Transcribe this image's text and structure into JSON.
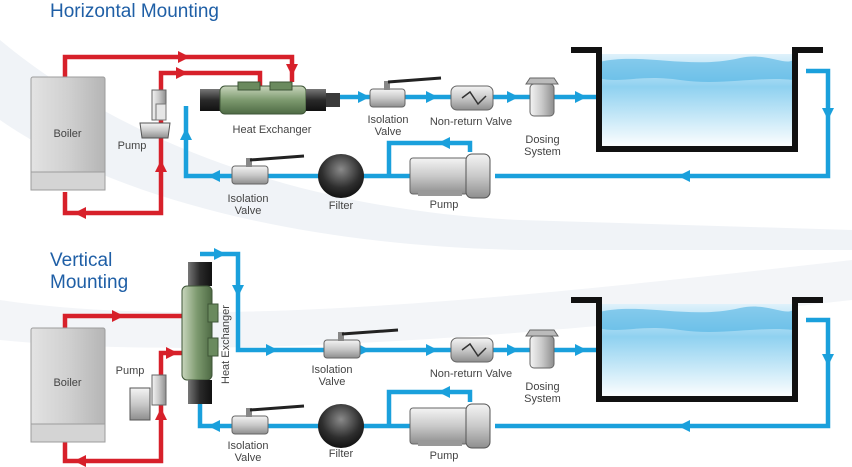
{
  "colors": {
    "hot_pipe": "#d7202a",
    "cold_pipe": "#1aa0dc",
    "title_text": "#1f5fa6",
    "label_text": "#444444",
    "pool_wall": "#111111",
    "water": "#7ec7ec"
  },
  "horizontal": {
    "title": "Horizontal Mounting",
    "boiler": "Boiler",
    "pump_left": "Pump",
    "heat_exchanger": "Heat Exchanger",
    "isolation_valve_top": "Isolation Valve",
    "non_return_valve": "Non-return Valve",
    "dosing_system": "Dosing System",
    "isolation_valve_bottom": "Isolation Valve",
    "filter": "Filter",
    "pump_bottom": "Pump"
  },
  "vertical": {
    "title": "Vertical Mounting",
    "boiler": "Boiler",
    "pump_left": "Pump",
    "heat_exchanger": "Heat Exchanger",
    "isolation_valve_top": "Isolation Valve",
    "non_return_valve": "Non-return Valve",
    "dosing_system": "Dosing System",
    "isolation_valve_bottom": "Isolation Valve",
    "filter": "Filter",
    "pump_bottom": "Pump"
  },
  "icons": [
    "boiler-icon",
    "pump-icon",
    "heat-exchanger-icon",
    "isolation-valve-icon",
    "non-return-valve-icon",
    "dosing-system-icon",
    "filter-icon",
    "pool-icon"
  ]
}
